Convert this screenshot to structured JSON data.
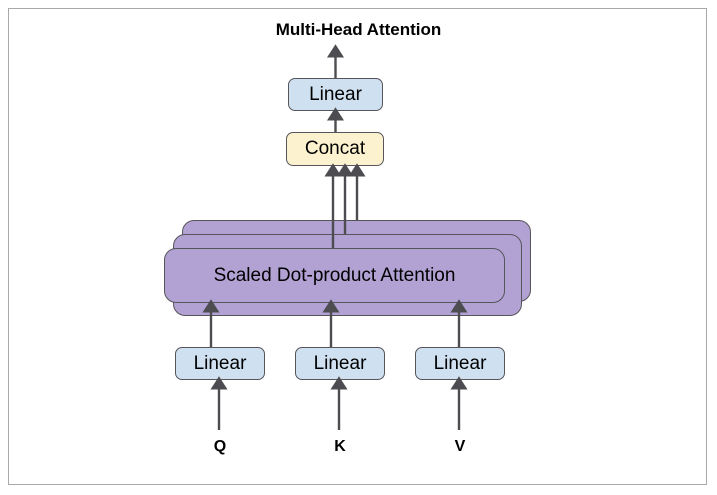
{
  "figure": {
    "title": "Multi-Head Attention",
    "border_color": "#a9a9a9",
    "background": "#ffffff"
  },
  "diagram": {
    "type": "block-diagram",
    "nodes": {
      "linear_top": {
        "label": "Linear",
        "fill": "#cfe0f0",
        "stroke": "#55555a"
      },
      "concat": {
        "label": "Concat",
        "fill": "#fdf2cf",
        "stroke": "#55555a"
      },
      "attention": {
        "label": "Scaled Dot-product Attention",
        "fill": "#b2a2d4",
        "stroke": "#55555a",
        "stack_count": 3
      },
      "linear_q": {
        "label": "Linear",
        "fill": "#cfe0f0",
        "stroke": "#55555a"
      },
      "linear_k": {
        "label": "Linear",
        "fill": "#cfe0f0",
        "stroke": "#55555a"
      },
      "linear_v": {
        "label": "Linear",
        "fill": "#cfe0f0",
        "stroke": "#55555a"
      }
    },
    "inputs": [
      {
        "name": "query",
        "label": "Q"
      },
      {
        "name": "key",
        "label": "K"
      },
      {
        "name": "value",
        "label": "V"
      }
    ],
    "arrow_color": "#4d4d51"
  }
}
